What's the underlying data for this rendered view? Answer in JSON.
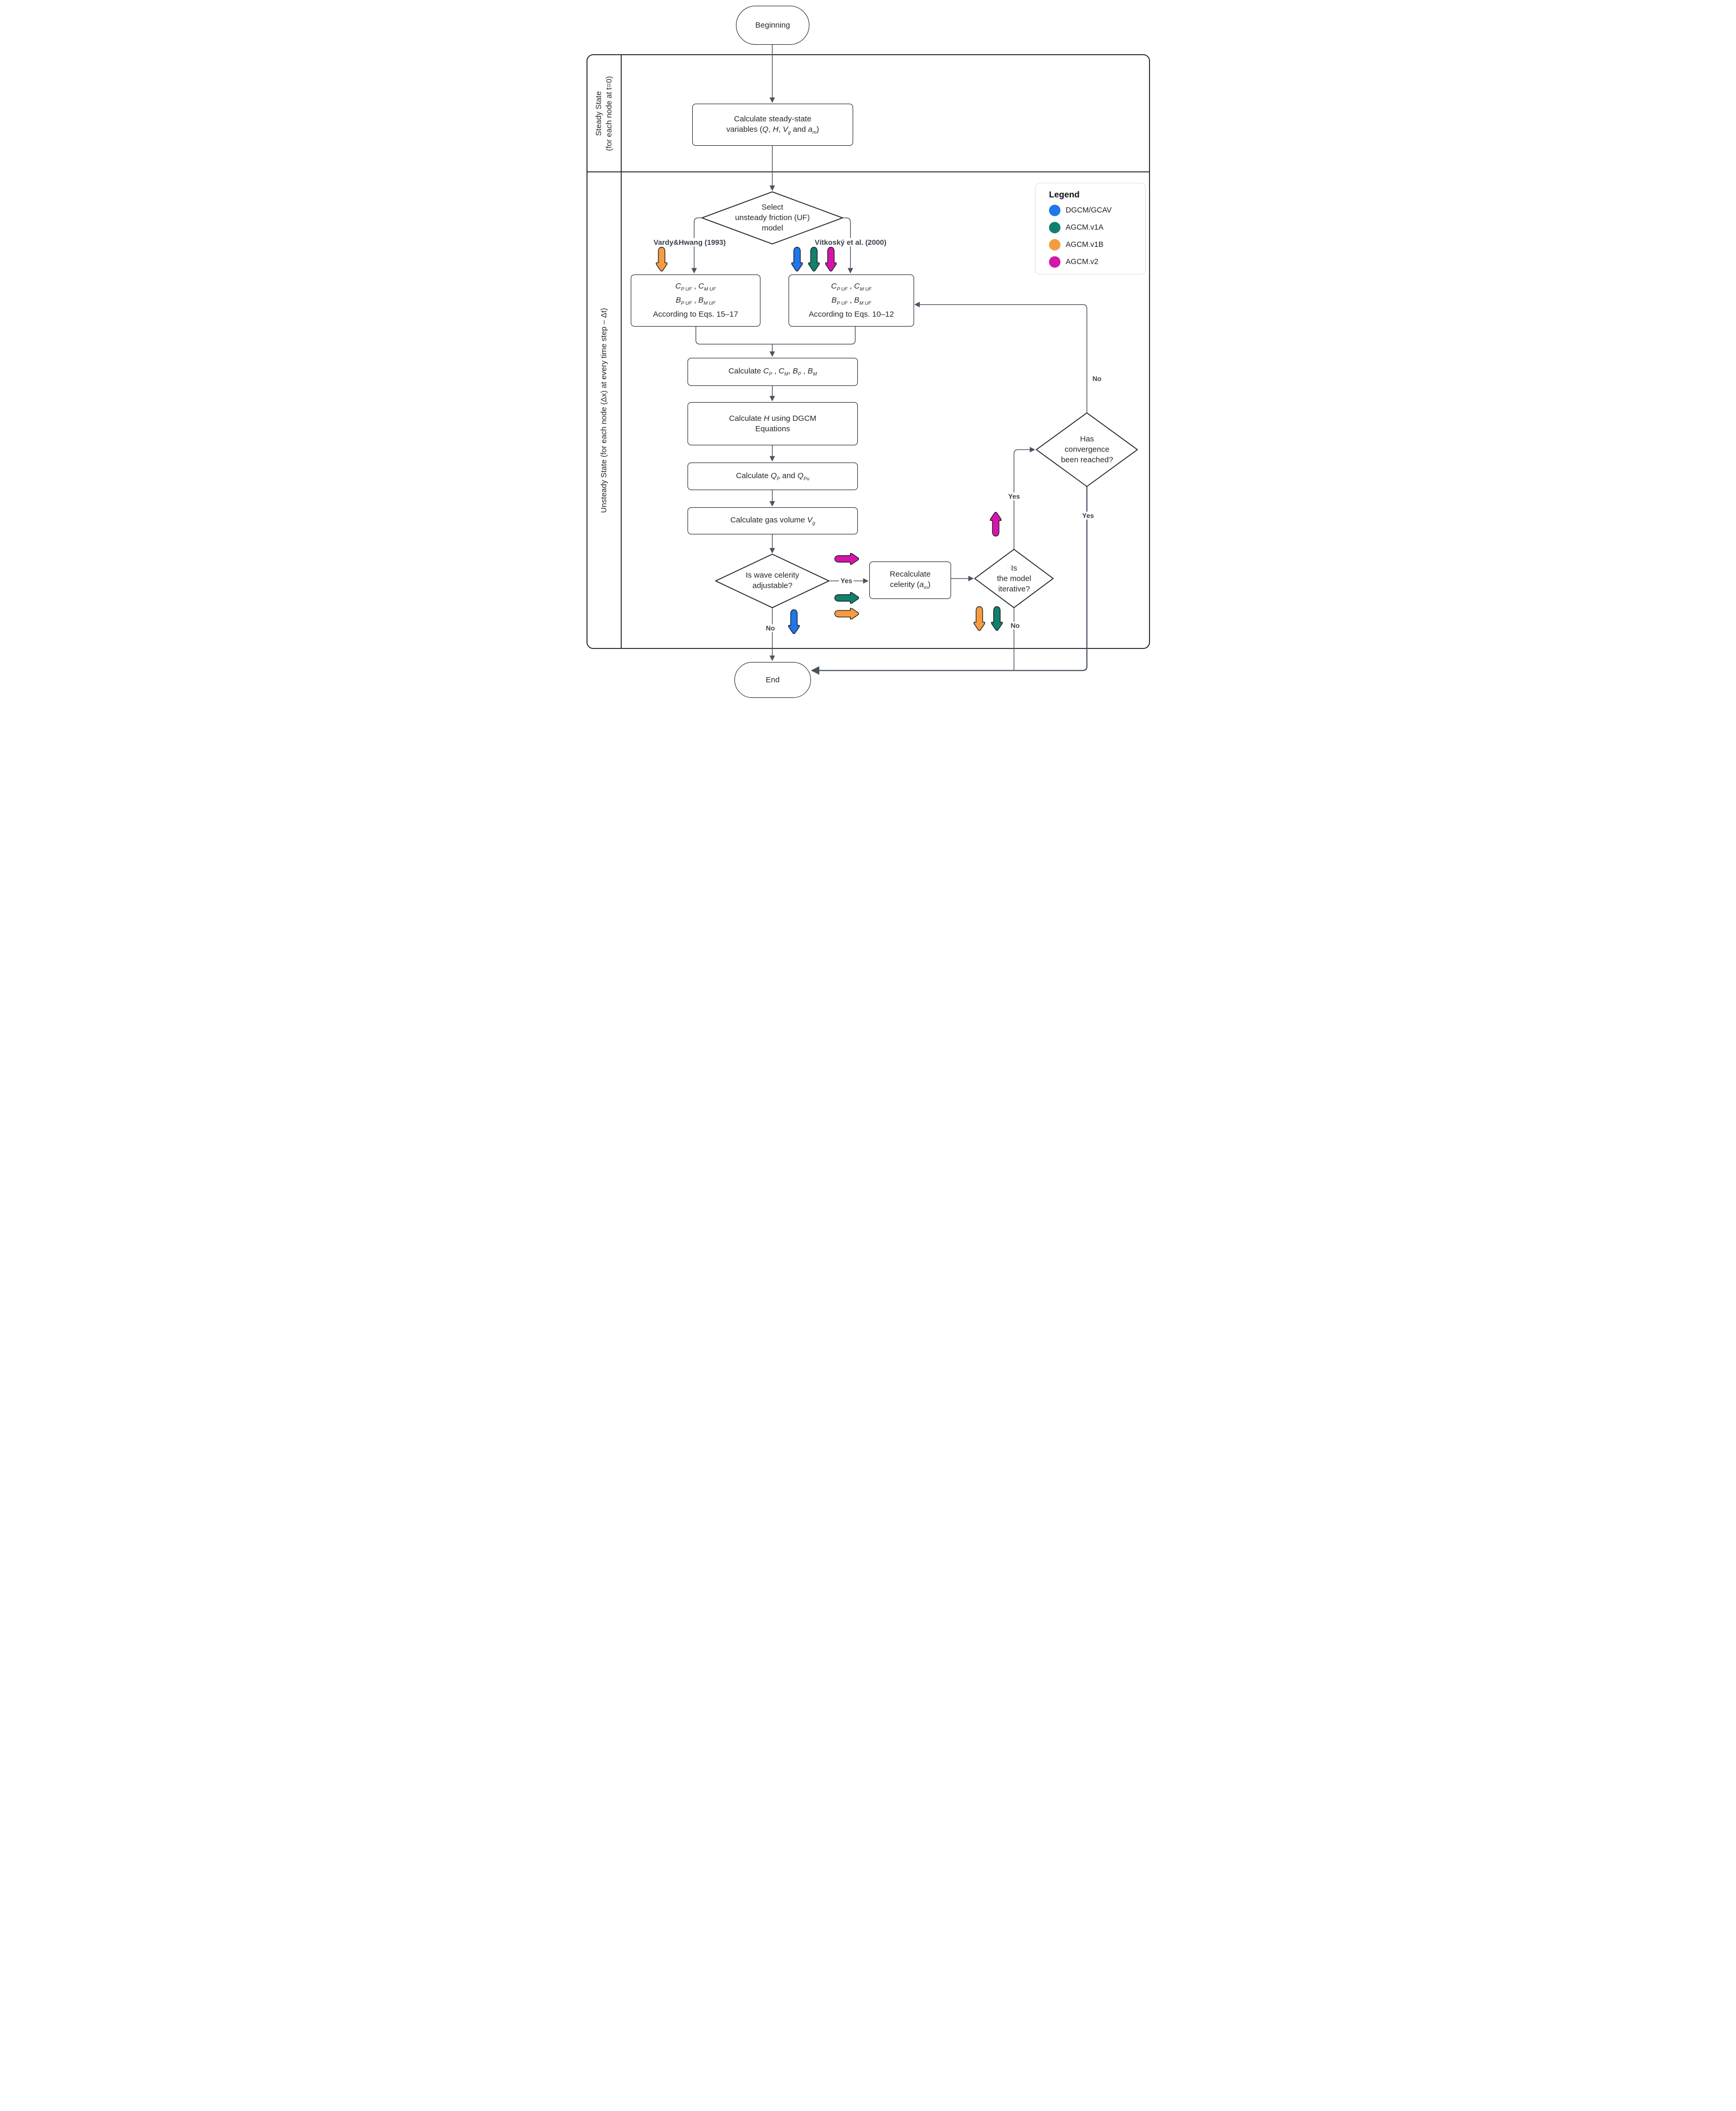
{
  "colors": {
    "line": "#4A5361",
    "border": "#1B1F24",
    "dgcm_gcav": "#2176E8",
    "agcm_v1a": "#12816B",
    "agcm_v1b": "#F59C40",
    "agcm_v2": "#D316A9"
  },
  "terminals": {
    "start": "Beginning",
    "end": "End"
  },
  "lanes": {
    "steady": "Steady State\n(for each node at t=0)",
    "unsteady": "Unsteady State (for each node (Δx) at every time step – Δt)"
  },
  "nodes": {
    "calc_steady": "Calculate steady-state\nvariables (*Q*, *H*, *V*~g~ and *a*~m~)",
    "select_uf": "Select\nunsteady friction (UF)\nmodel",
    "uf_vardy": "*C*~P UF~ , *C*~M UF~\n*B*~P UF~ , *B*~M UF~\nAccording to Eqs. 15–17",
    "uf_vitkosky": "*C*~P UF~ , *C*~M UF~\n*B*~P UF~ , *B*~M UF~\nAccording to Eqs. 10–12",
    "calc_coeffs": "Calculate *C*~P~ , *C*~M~, *B*~P~ , *B*~M~",
    "calc_h": "Calculate *H* using DGCM\nEquations",
    "calc_q": "Calculate *Q*~P~ and *Q*~Pu~",
    "calc_vg": "Calculate gas volume *V*~g~",
    "wave_celerity": "Is wave celerity\nadjustable?",
    "recalc_celerity": "Recalculate\ncelerity (*a*~m~)",
    "model_iterative": "Is\nthe model\niterative?",
    "convergence": "Has\nconvergence\nbeen reached?"
  },
  "branch_labels": {
    "vardy": "Vardy&Hwang (1993)",
    "vitkosky": "Vítkoský et al. (2000)"
  },
  "edge_labels": {
    "celerity_yes": "Yes",
    "celerity_no": "No",
    "iterative_yes": "Yes",
    "iterative_no": "No",
    "convergence_yes": "Yes",
    "convergence_no": "No"
  },
  "legend": {
    "title": "Legend",
    "items": [
      {
        "label": "DGCM/GCAV",
        "color": "#2176E8"
      },
      {
        "label": "AGCM.v1A",
        "color": "#12816B"
      },
      {
        "label": "AGCM.v1B",
        "color": "#F59C40"
      },
      {
        "label": "AGCM.v2",
        "color": "#D316A9"
      }
    ]
  }
}
